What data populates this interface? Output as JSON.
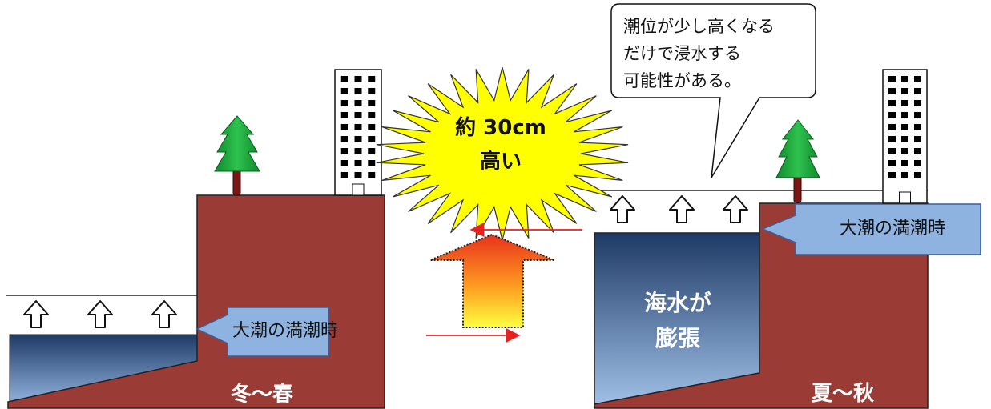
{
  "labels": {
    "winter_season": "冬～春",
    "summer_season": "夏～秋",
    "spring_tide_left": "大潮の満潮時",
    "spring_tide_right": "大潮の満潮時",
    "burst_line1": "約 30cm",
    "burst_line2": "高い",
    "seawater_line1": "海水が",
    "seawater_line2": "膨張",
    "callout_line1": "潮位が少し高くなる",
    "callout_line2": "だけで浸水する",
    "callout_line3": "可能性がある。"
  },
  "colors": {
    "land": "#9b3b36",
    "sea_top": "#1e3a66",
    "sea_bottom": "#9fbfe6",
    "callout_box": "#8fb3e0",
    "burst": "#ffff00",
    "tree": "#18a33a",
    "trunk": "#7a1818",
    "red_arrow": "#e82020",
    "heat_top": "#e8321e",
    "heat_bottom": "#ffff40"
  }
}
